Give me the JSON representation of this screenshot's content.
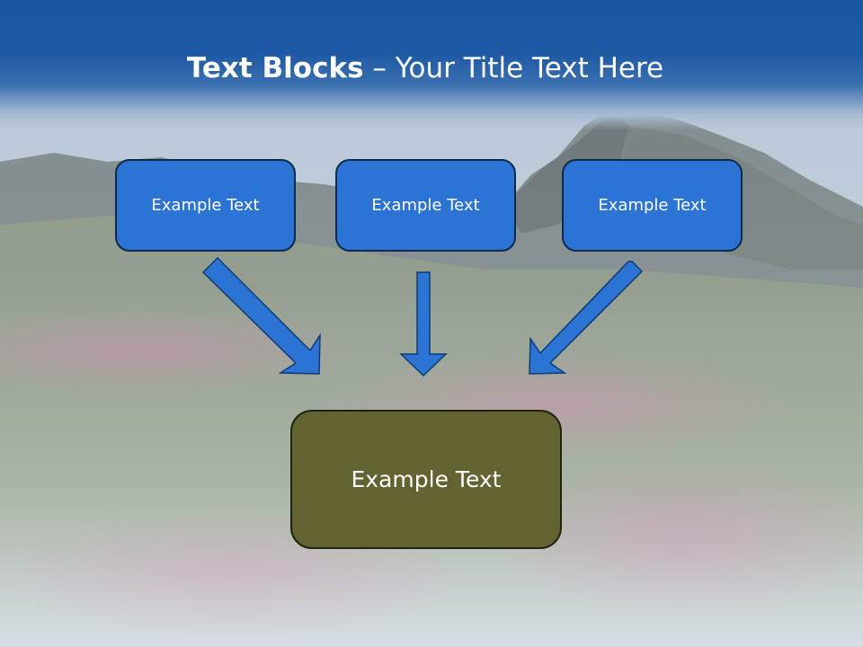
{
  "slide": {
    "title_bold": "Text Blocks",
    "title_separator": " – ",
    "title_rest": "Your Title Text Here"
  },
  "boxes": [
    {
      "label": "Example Text"
    },
    {
      "label": "Example Text"
    },
    {
      "label": "Example Text"
    }
  ],
  "target_box": {
    "label": "Example Text"
  },
  "colors": {
    "title_band": "#1d58a4",
    "box_fill": "#2b74d4",
    "box_border": "#0e2a4c",
    "target_fill": "#636332",
    "arrow_fill": "#2b74d4"
  }
}
